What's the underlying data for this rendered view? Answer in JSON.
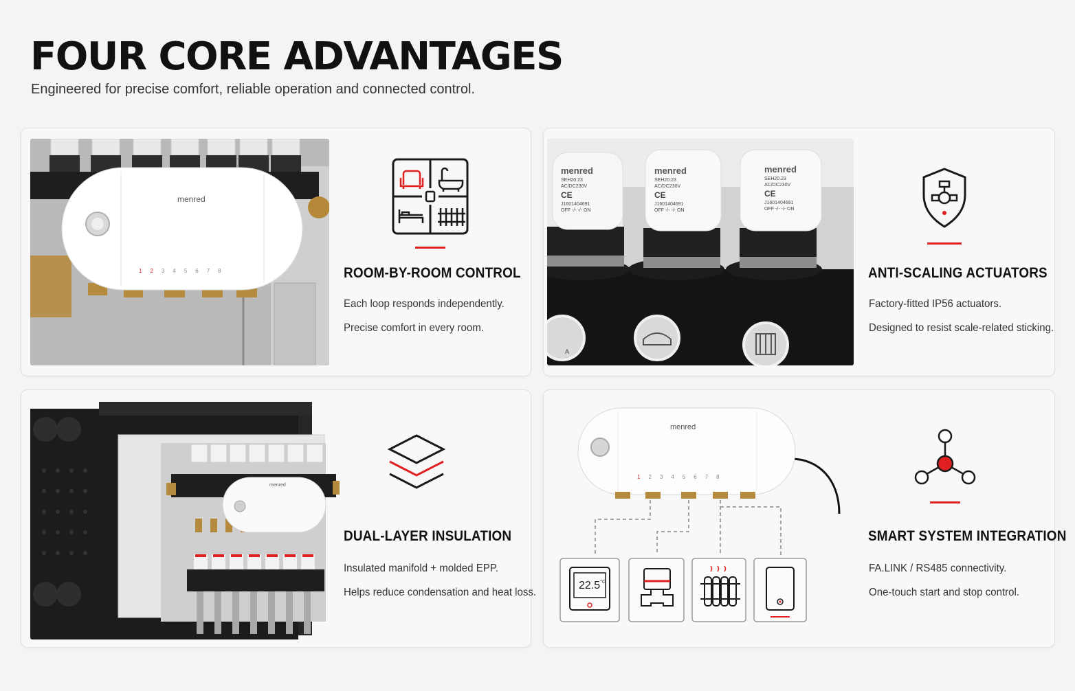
{
  "header": {
    "title": "FOUR CORE ADVANTAGES",
    "subtitle": "Engineered for precise comfort, reliable operation and connected control."
  },
  "brand_name": "menred",
  "accent_color": "#e02020",
  "cards": [
    {
      "title": "ROOM-BY-ROOM CONTROL",
      "lines": [
        "Each loop responds independently.",
        "Precise comfort in every room."
      ],
      "icon": "room-grid-icon",
      "photo": {
        "zone_numbers": [
          "1",
          "2",
          "3",
          "4",
          "5",
          "6",
          "7",
          "8"
        ]
      }
    },
    {
      "title": "ANTI-SCALING ACTUATORS",
      "lines": [
        "Factory-fitted IP56 actuators.",
        "Designed to resist scale-related sticking."
      ],
      "icon": "shield-valve-icon",
      "photo": {
        "actuator_model": "SEH20.23",
        "actuator_voltage": "AC/DC230V",
        "actuator_serial": "J1601404691",
        "actuator_switch": "OFF -/- -/- ON",
        "ce_mark": "CE",
        "badge_letter": "A"
      }
    },
    {
      "title": "DUAL-LAYER INSULATION",
      "lines": [
        "Insulated manifold + molded EPP.",
        "Helps reduce condensation and heat loss."
      ],
      "icon": "layers-icon"
    },
    {
      "title": "SMART SYSTEM INTEGRATION",
      "lines": [
        "FA.LINK / RS485 connectivity.",
        "One-touch start and stop control."
      ],
      "icon": "network-nodes-icon",
      "photo": {
        "zone_numbers": [
          "1",
          "2",
          "3",
          "4",
          "5",
          "6",
          "7",
          "8"
        ],
        "thermostat_reading": "22.5",
        "thermostat_unit": "°C",
        "devices": [
          "thermostat-icon",
          "valve-icon",
          "radiator-icon",
          "boiler-icon"
        ]
      }
    }
  ]
}
